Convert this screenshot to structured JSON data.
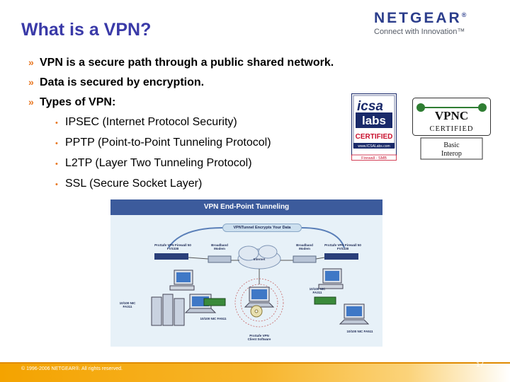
{
  "title": "What is a VPN?",
  "logo": {
    "word": "NETGEAR",
    "reg": "®",
    "tagline": "Connect with Innovation™"
  },
  "bullets": [
    "VPN is a secure path through a public shared network.",
    "Data is secured by encryption.",
    "Types of VPN:"
  ],
  "vpn_types": [
    "IPSEC (Internet Protocol Security)",
    "PPTP (Point-to-Point Tunneling Protocol)",
    "L2TP (Layer Two Tunneling Protocol)",
    "SSL (Secure Socket Layer)"
  ],
  "icsa": {
    "name": "icsa",
    "labs": "labs",
    "certified": "CERTIFIED",
    "url": "www.ICSALabs.com",
    "category": "Firewall - SMB"
  },
  "vpnc": {
    "name": "VPNC",
    "certified": "CERTIFIED",
    "line1": "Basic",
    "line2": "Interop"
  },
  "diagram": {
    "title": "VPN End-Point Tunneling",
    "banner": "VPNTunnel Encrypts Your Data",
    "left_firewall": "ProSafe VPN Firewall 50",
    "left_model": "FVS338",
    "left_modem": "Broadband",
    "left_modem2": "Modem",
    "internet": "Internet",
    "right_modem": "Broadband",
    "right_modem2": "Modem",
    "right_firewall": "ProSafe VPN Firewall 50",
    "right_model": "FVS338",
    "left_nic": "10/100 NIC",
    "left_nic_model": "FA311",
    "left_nic2": "10/100 NIC FA511",
    "right_nic": "10/100 NIC",
    "right_nic_model": "FA311",
    "right_nic2": "10/100 NIC FA511",
    "client": "ProSafe VPN",
    "client2": "Client Software"
  },
  "footer": {
    "copyright": "© 1996-2006 NETGEAR®. All rights reserved.",
    "page": "17"
  },
  "colors": {
    "title": "#3a3aa8",
    "bullet": "#e87722",
    "footer": "#f4a300",
    "diagram_header": "#3c5b9c"
  }
}
